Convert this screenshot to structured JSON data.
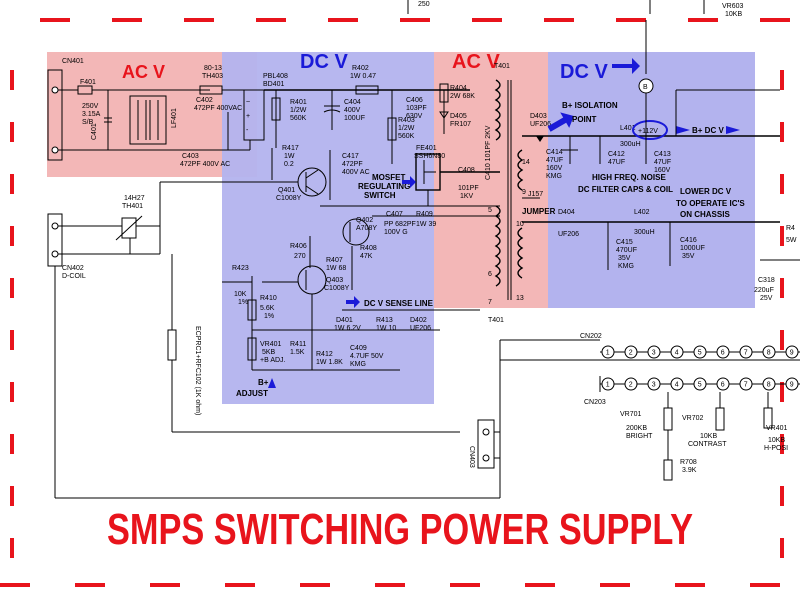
{
  "title": "SMPS SWITCHING POWER SUPPLY",
  "colors": {
    "ac_zone": "#f3b7b7",
    "dc_zone": "#b3b3ee",
    "accent_red": "#e8141c",
    "accent_blue": "#1a1ad8",
    "wire": "#000000"
  },
  "zones": {
    "ac_left": "AC V",
    "dc_mid": "DC V",
    "ac_right": "AC V",
    "dc_right": "DC V"
  },
  "annotations": {
    "mosfet": [
      "MOSFET",
      "REGULATING",
      "SWITCH"
    ],
    "dc_sense": "DC V SENSE LINE",
    "b_adjust": [
      "B+",
      "ADJUST"
    ],
    "b_isolation": [
      "B+ ISOLATION",
      "POINT"
    ],
    "b_dc": "B+ DC V",
    "voltage": "+112V",
    "high_freq": [
      "HIGH FREQ. NOISE",
      "DC FILTER CAPS & COIL"
    ],
    "lower_dc": [
      "LOWER DC V",
      "TO OPERATE IC'S",
      "ON CHASSIS"
    ],
    "jumper": "JUMPER"
  },
  "components": {
    "cn401": "CN401",
    "f401": [
      "F401",
      "250V",
      "3.15A",
      "S/B"
    ],
    "c401": "C401",
    "lf401": "LF401",
    "th403": [
      "80-13",
      "TH403"
    ],
    "c402": [
      "C402",
      "472PF 400VAC"
    ],
    "c403": [
      "C403",
      "472PF 400V AC"
    ],
    "bd401": [
      "PBL408",
      "BD401"
    ],
    "r401": [
      "R401",
      "1/2W",
      "560K"
    ],
    "r402": [
      "R402",
      "1W 0.47"
    ],
    "c404": [
      "C404",
      "400V",
      "100UF"
    ],
    "r403": [
      "R403",
      "1/2W",
      "560K"
    ],
    "r404": [
      "R404",
      "2W 68K"
    ],
    "d405": [
      "D405",
      "FR107"
    ],
    "r417": [
      "R417",
      "1W",
      "0.2"
    ],
    "c417": [
      "C417",
      "472PF",
      "400V AC"
    ],
    "q401": [
      "Q401",
      "C1008Y"
    ],
    "c406": [
      "C406",
      "103PF",
      "630V"
    ],
    "fe401": [
      "FE401",
      "SSH6N80"
    ],
    "c408": [
      "C408",
      "101PF",
      "1KV"
    ],
    "c410": "C410 101PF 2KV",
    "q402": [
      "Q402",
      "A708Y"
    ],
    "c407": [
      "C407",
      "PP 682PF",
      "100V G"
    ],
    "r409": [
      "R409",
      "1W 39"
    ],
    "r408": [
      "R408",
      "47K"
    ],
    "r406": [
      "R406",
      "270"
    ],
    "r407": [
      "R407",
      "1W 68"
    ],
    "q403": [
      "Q403",
      "C1008Y"
    ],
    "th401": [
      "14H27",
      "TH401"
    ],
    "cn402": [
      "CN402",
      "D-COIL"
    ],
    "r423": [
      "R423",
      "10K",
      "1%"
    ],
    "r410": [
      "R410",
      "5.6K",
      "1%"
    ],
    "vr401": [
      "VR401",
      "5KB",
      "+B ADJ."
    ],
    "r411": [
      "R411",
      "1.5K"
    ],
    "r412": [
      "R412",
      "1W 1.8K"
    ],
    "d401": [
      "D401",
      "1W 6.2V"
    ],
    "r413": [
      "R413",
      "1W 10"
    ],
    "d402": [
      "D402",
      "UF206"
    ],
    "c409": [
      "C409",
      "4.7UF 50V",
      "KMG"
    ],
    "ecpr": "ECPRC1+RFC102 (1K ohm)",
    "t401": "T401",
    "t401b": "T401",
    "d403": [
      "D403",
      "UF206"
    ],
    "c414": [
      "C414",
      "47UF",
      "160V",
      "KMG"
    ],
    "c412": [
      "C412",
      "47UF"
    ],
    "l401": [
      "L401",
      "300uH"
    ],
    "c413": [
      "C413",
      "47UF",
      "160V"
    ],
    "j157": "J157",
    "d404": [
      "D404",
      "UF206"
    ],
    "l402": [
      "L402",
      "300uH"
    ],
    "c415": [
      "C415",
      "470UF",
      "35V",
      "KMG"
    ],
    "c416": [
      "C416",
      "1000UF",
      "35V"
    ],
    "c318": [
      "C318",
      "220uF",
      "25V"
    ],
    "vr603": [
      "VR603",
      "10KB"
    ],
    "cn202": "CN202",
    "cn203": "CN203",
    "cn403": "CN403",
    "vr701": [
      "VR701",
      "200KB",
      "BRIGHT"
    ],
    "vr702": [
      "VR702",
      "10KB",
      "CONTRAST"
    ],
    "vr401b": [
      "VR401",
      "10KB",
      "H-POSI"
    ],
    "r708": [
      "R708",
      "3.9K"
    ],
    "r4x": [
      "R4",
      "5W"
    ],
    "trans_pins": [
      "14",
      "9",
      "10",
      "5",
      "6",
      "7",
      "13"
    ],
    "pins": [
      "1",
      "2",
      "3",
      "4",
      "5",
      "6",
      "7",
      "8",
      "9"
    ],
    "b_node": "B",
    "top_lbl": "250"
  }
}
